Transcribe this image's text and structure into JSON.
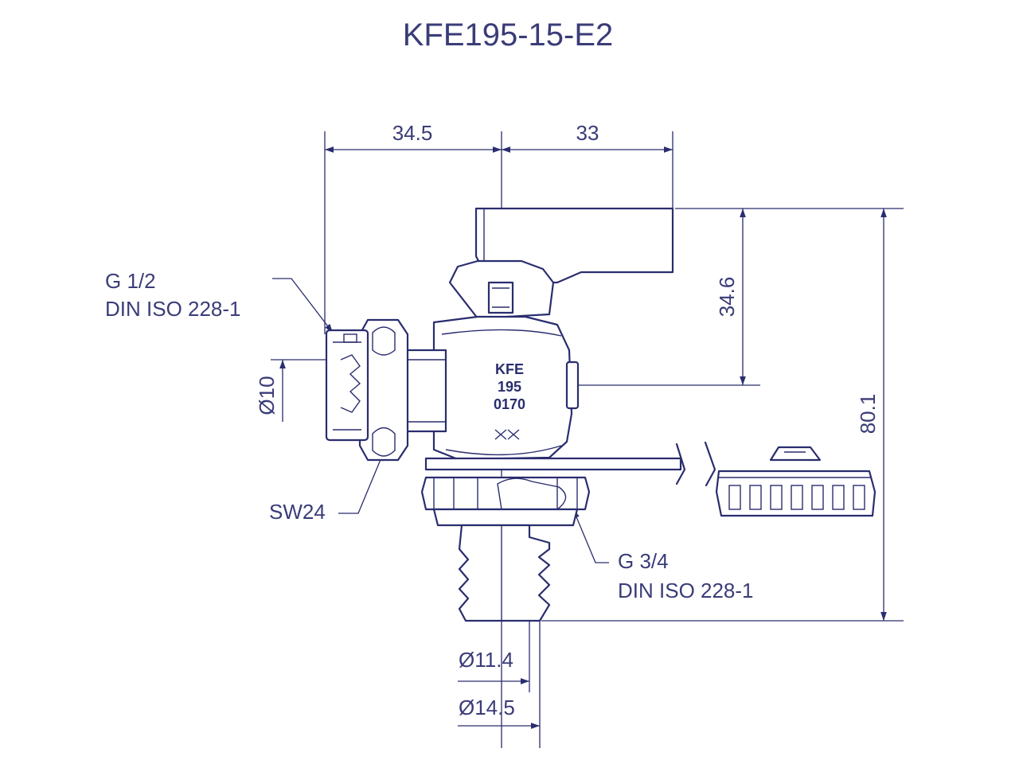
{
  "title": "KFE195-15-E2",
  "dimensions": {
    "handle_left": "34.5",
    "handle_right": "33",
    "handle_height": "34.6",
    "total_height": "80.1",
    "inlet_diameter": "Ø10",
    "hose_inner": "Ø11.4",
    "hose_outer": "Ø14.5"
  },
  "callouts": {
    "inlet_thread_line1": "G 1/2",
    "inlet_thread_line2": "DIN ISO 228-1",
    "wrench_size": "SW24",
    "outlet_thread_line1": "G 3/4",
    "outlet_thread_line2": "DIN ISO 228-1"
  },
  "body_marking": [
    "KFE",
    "195",
    "0170"
  ],
  "colors": {
    "ink": "#2a2d6e",
    "text": "#3a3c78",
    "background": "#ffffff"
  }
}
